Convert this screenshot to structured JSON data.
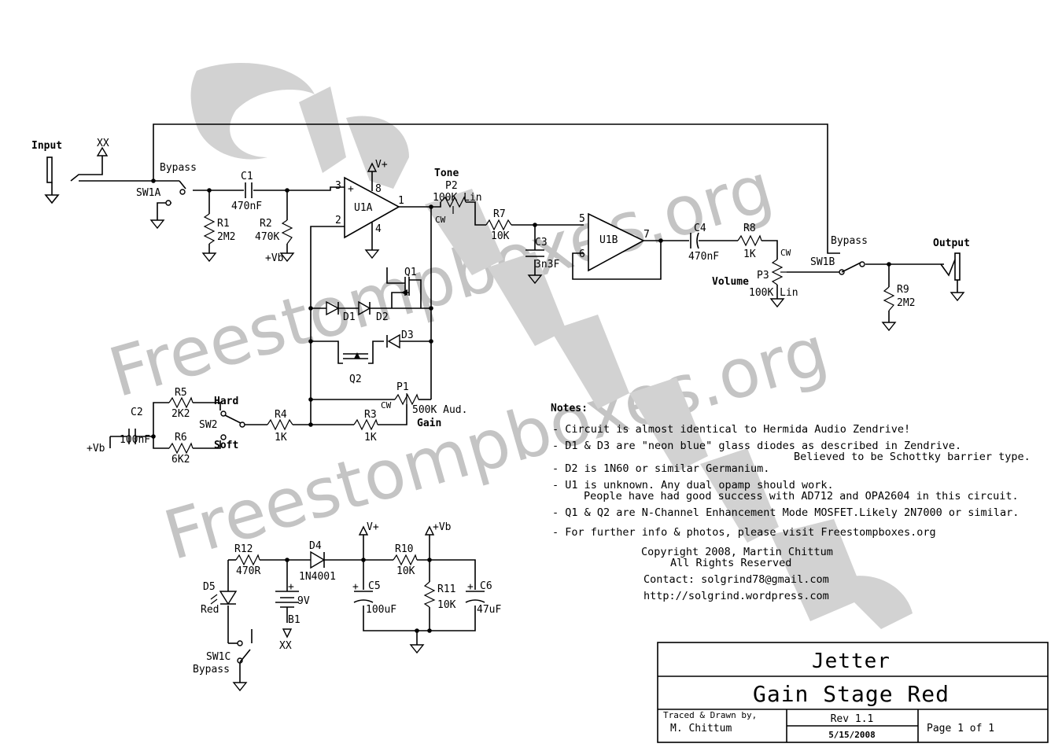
{
  "watermark": {
    "text": "Freestompboxes.org"
  },
  "components": {
    "input": "Input",
    "xx_top": "XX",
    "bypass_a": "Bypass",
    "sw1a": "SW1A",
    "c1": "C1",
    "c1_val": "470nF",
    "r1": "R1",
    "r1_val": "2M2",
    "r2": "R2",
    "r2_val": "470K",
    "vb": "+Vb",
    "u1a": "U1A",
    "pin3": "3",
    "pin2": "2",
    "pin8": "8",
    "pin4": "4",
    "pin1": "1",
    "vplus": "V+",
    "tone": "Tone",
    "p2": "P2",
    "p2_val": "100K Lin",
    "cw": "CW",
    "r7": "R7",
    "r7_val": "10K",
    "c3": "C3",
    "c3_val": "3n3F",
    "u1b": "U1B",
    "pin5": "5",
    "pin6": "6",
    "pin7": "7",
    "c4": "C4",
    "c4_val": "470nF",
    "r8": "R8",
    "r8_val": "1K",
    "volume": "Volume",
    "p3": "P3",
    "p3_val": "100K Lin",
    "bypass_b": "Bypass",
    "sw1b": "SW1B",
    "output": "Output",
    "r9": "R9",
    "r9_val": "2M2",
    "q1": "Q1",
    "q2": "Q2",
    "d1": "D1",
    "d2": "D2",
    "d3": "D3",
    "p1": "P1",
    "p1_val": "500K Aud.",
    "gain": "Gain",
    "c2": "C2",
    "c2_val": "100nF",
    "vb_left": "+Vb",
    "r5": "R5",
    "r5_val": "2K2",
    "r6": "R6",
    "r6_val": "6K2",
    "hard": "Hard",
    "soft": "Soft",
    "sw2": "SW2",
    "r4": "R4",
    "r4_val": "1K",
    "r3": "R3",
    "r3_val": "1K",
    "vplus2": "V+",
    "vb2": "+Vb",
    "r12": "R12",
    "r12_val": "470R",
    "d4": "D4",
    "d4_val": "1N4001",
    "r10": "R10",
    "r10_val": "10K",
    "d5": "D5",
    "d5_val": "Red",
    "b1": "B1",
    "b1_val": "9V",
    "xx_bottom": "XX",
    "c5": "C5",
    "c5_val": "100uF",
    "r11": "R11",
    "r11_val": "10K",
    "c6": "C6",
    "c6_val": "47uF",
    "sw1c": "SW1C",
    "bypass_c": "Bypass",
    "plus": "+"
  },
  "notes": {
    "heading": "Notes:",
    "n1": "- Circuit is almost identical to Hermida Audio Zendrive!",
    "n2a": "- D1 & D3 are \"neon blue\" glass diodes as described in Zendrive.",
    "n2b": "Believed to be Schottky barrier type.",
    "n3": "- D2 is 1N60 or similar Germanium.",
    "n4a": "- U1 is unknown. Any dual opamp should work.",
    "n4b": "People have had good success with AD712 and OPA2604 in this circuit.",
    "n5": "- Q1 & Q2 are N-Channel Enhancement Mode MOSFET.Likely 2N7000 or similar.",
    "n6": "- For further info & photos, please visit Freestompboxes.org",
    "copyright": "Copyright 2008, Martin Chittum",
    "rights": "All Rights Reserved",
    "contact": "Contact: solgrind78@gmail.com",
    "url": "http://solgrind.wordpress.com"
  },
  "title_block": {
    "project": "Jetter",
    "sheet_title": "Gain Stage Red",
    "traced_label": "Traced & Drawn by,",
    "author": "M. Chittum",
    "rev": "Rev 1.1",
    "date": "5/15/2008",
    "page": "Page 1 of 1"
  }
}
